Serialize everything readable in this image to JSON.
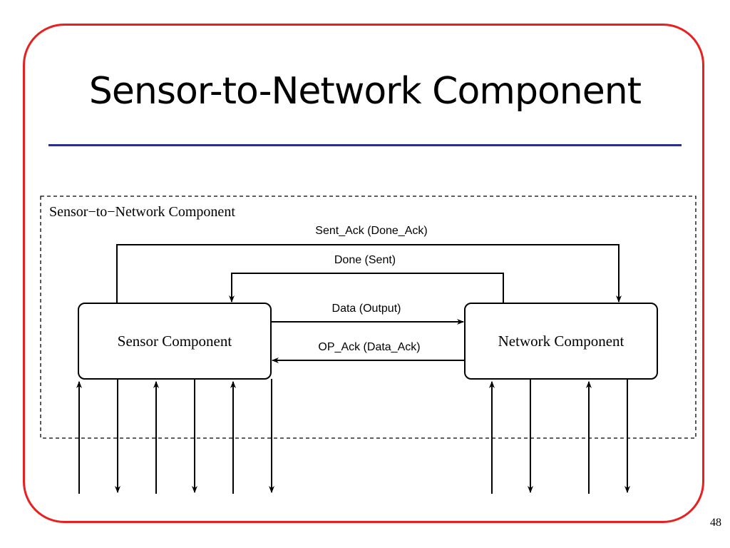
{
  "slide": {
    "title": "Sensor-to-Network Component",
    "page_number": "48",
    "frame_color": "#e8201f",
    "rule_color": "#2b2f8f"
  },
  "diagram": {
    "container_label": "Sensor−to−Network Component",
    "sensor_box": "Sensor Component",
    "network_box": "Network Component",
    "signals": {
      "sent_ack": "Sent_Ack (Done_Ack)",
      "done": "Done (Sent)",
      "data": "Data (Output)",
      "op_ack": "OP_Ack (Data_Ack)"
    }
  }
}
